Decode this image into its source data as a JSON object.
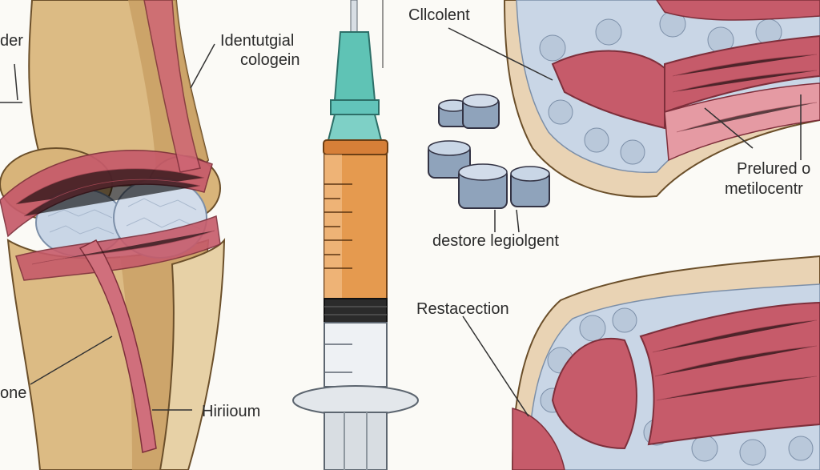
{
  "labels": {
    "left_top": "der",
    "left_bottom": "one",
    "ligament_line1": "Identutgial",
    "ligament_line2": "cologein",
    "bottom_left": "Hiriioum",
    "top_center": "Cllcolent",
    "middle_center": "destore legiolgent",
    "right_line1": "Prelured o",
    "right_line2": "metilocentr",
    "lower_center": "Restacection"
  },
  "colors": {
    "bone": "#d9b77e",
    "bone_shadow": "#b58e55",
    "muscle": "#c65b6a",
    "muscle_light": "#e59aa3",
    "cartilage": "#c9d6e6",
    "cartilage_dark": "#8fa3bb",
    "syringe_fluid": "#e59a4f",
    "needle_hub": "#5fc3b5",
    "ink": "#333333"
  }
}
